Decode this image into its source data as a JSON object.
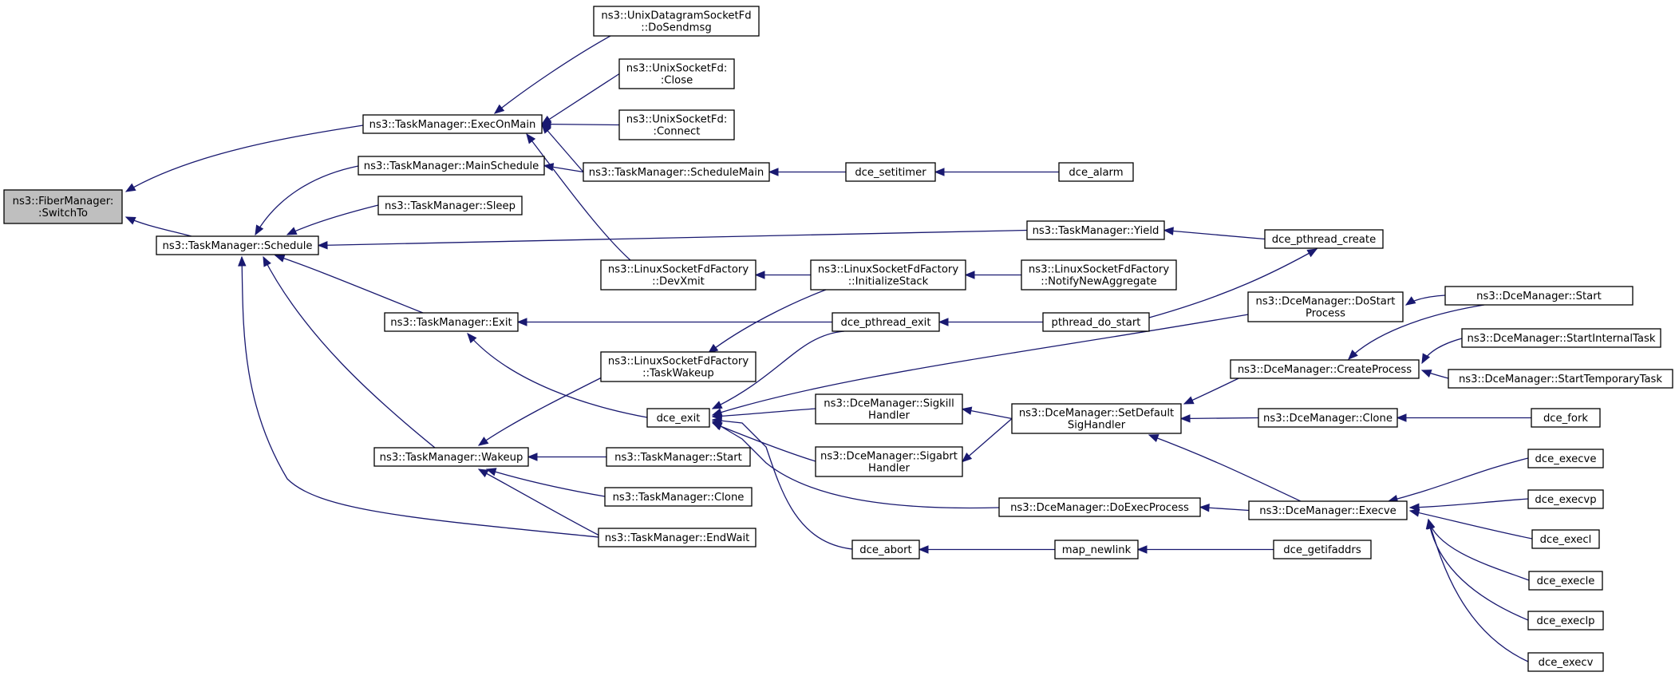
{
  "diagram": {
    "type": "call-graph",
    "colors": {
      "edge": "#191970",
      "root_fill": "#bfbfbf",
      "node_fill": "#ffffff",
      "border": "#000000"
    },
    "nodes": [
      {
        "id": "n0",
        "lines": [
          "ns3::FiberManager:",
          ":SwitchTo"
        ],
        "root": true
      },
      {
        "id": "n1",
        "lines": [
          "ns3::TaskManager::ExecOnMain"
        ]
      },
      {
        "id": "n2",
        "lines": [
          "ns3::TaskManager::Schedule"
        ]
      },
      {
        "id": "n3",
        "lines": [
          "ns3::UnixDatagramSocketFd",
          "::DoSendmsg"
        ]
      },
      {
        "id": "n4",
        "lines": [
          "ns3::UnixSocketFd:",
          ":Close"
        ]
      },
      {
        "id": "n5",
        "lines": [
          "ns3::UnixSocketFd:",
          ":Connect"
        ]
      },
      {
        "id": "n6",
        "lines": [
          "ns3::TaskManager::ScheduleMain"
        ]
      },
      {
        "id": "n7",
        "lines": [
          "ns3::LinuxSocketFdFactory",
          "::DevXmit"
        ]
      },
      {
        "id": "n8",
        "lines": [
          "dce_setitimer"
        ]
      },
      {
        "id": "n9",
        "lines": [
          "dce_alarm"
        ]
      },
      {
        "id": "n10",
        "lines": [
          "ns3::LinuxSocketFdFactory",
          "::InitializeStack"
        ]
      },
      {
        "id": "n11",
        "lines": [
          "ns3::LinuxSocketFdFactory",
          "::NotifyNewAggregate"
        ]
      },
      {
        "id": "n12",
        "lines": [
          "ns3::TaskManager::MainSchedule"
        ]
      },
      {
        "id": "n13",
        "lines": [
          "ns3::TaskManager::Sleep"
        ]
      },
      {
        "id": "n14",
        "lines": [
          "ns3::TaskManager::Yield"
        ]
      },
      {
        "id": "n15",
        "lines": [
          "ns3::TaskManager::Exit"
        ]
      },
      {
        "id": "n16",
        "lines": [
          "ns3::TaskManager::Wakeup"
        ]
      },
      {
        "id": "n17",
        "lines": [
          "ns3::TaskManager::EndWait"
        ]
      },
      {
        "id": "n18",
        "lines": [
          "dce_pthread_create"
        ]
      },
      {
        "id": "n19",
        "lines": [
          "dce_pthread_exit"
        ]
      },
      {
        "id": "n20",
        "lines": [
          "dce_exit"
        ]
      },
      {
        "id": "n21",
        "lines": [
          "pthread_do_start"
        ]
      },
      {
        "id": "n22",
        "lines": [
          "dce_abort"
        ]
      },
      {
        "id": "n23",
        "lines": [
          "ns3::DceManager::DoStart",
          "Process"
        ]
      },
      {
        "id": "n24",
        "lines": [
          "ns3::DceManager::Sigkill",
          "Handler"
        ]
      },
      {
        "id": "n25",
        "lines": [
          "ns3::DceManager::Sigabrt",
          "Handler"
        ]
      },
      {
        "id": "n26",
        "lines": [
          "ns3::DceManager::DoExecProcess"
        ]
      },
      {
        "id": "n27",
        "lines": [
          "map_newlink"
        ]
      },
      {
        "id": "n28",
        "lines": [
          "ns3::DceManager::Start"
        ]
      },
      {
        "id": "n29",
        "lines": [
          "ns3::DceManager::CreateProcess"
        ]
      },
      {
        "id": "n30",
        "lines": [
          "ns3::DceManager::SetDefault",
          "SigHandler"
        ]
      },
      {
        "id": "n31",
        "lines": [
          "ns3::DceManager::Execve"
        ]
      },
      {
        "id": "n32",
        "lines": [
          "dce_getifaddrs"
        ]
      },
      {
        "id": "n33",
        "lines": [
          "ns3::DceManager::StartInternalTask"
        ]
      },
      {
        "id": "n34",
        "lines": [
          "ns3::DceManager::StartTemporaryTask"
        ]
      },
      {
        "id": "n35",
        "lines": [
          "ns3::DceManager::Clone"
        ]
      },
      {
        "id": "n36",
        "lines": [
          "dce_fork"
        ]
      },
      {
        "id": "n37",
        "lines": [
          "dce_execve"
        ]
      },
      {
        "id": "n38",
        "lines": [
          "dce_execvp"
        ]
      },
      {
        "id": "n39",
        "lines": [
          "dce_execl"
        ]
      },
      {
        "id": "n40",
        "lines": [
          "dce_execle"
        ]
      },
      {
        "id": "n41",
        "lines": [
          "dce_execlp"
        ]
      },
      {
        "id": "n42",
        "lines": [
          "dce_execv"
        ]
      },
      {
        "id": "n43",
        "lines": [
          "ns3::LinuxSocketFdFactory",
          "::TaskWakeup"
        ]
      },
      {
        "id": "n44",
        "lines": [
          "ns3::TaskManager::Start"
        ]
      },
      {
        "id": "n45",
        "lines": [
          "ns3::TaskManager::Clone"
        ]
      }
    ],
    "edges": [
      {
        "from": "n1",
        "to": "n0"
      },
      {
        "from": "n2",
        "to": "n0"
      },
      {
        "from": "n3",
        "to": "n1"
      },
      {
        "from": "n4",
        "to": "n1"
      },
      {
        "from": "n5",
        "to": "n1"
      },
      {
        "from": "n6",
        "to": "n1"
      },
      {
        "from": "n7",
        "to": "n1"
      },
      {
        "from": "n8",
        "to": "n6"
      },
      {
        "from": "n9",
        "to": "n8"
      },
      {
        "from": "n10",
        "to": "n7"
      },
      {
        "from": "n11",
        "to": "n10"
      },
      {
        "from": "n6",
        "to": "n12"
      },
      {
        "from": "n12",
        "to": "n2"
      },
      {
        "from": "n13",
        "to": "n2"
      },
      {
        "from": "n14",
        "to": "n2"
      },
      {
        "from": "n15",
        "to": "n2"
      },
      {
        "from": "n16",
        "to": "n2"
      },
      {
        "from": "n17",
        "to": "n2"
      },
      {
        "from": "n18",
        "to": "n14"
      },
      {
        "from": "n19",
        "to": "n15"
      },
      {
        "from": "n20",
        "to": "n15"
      },
      {
        "from": "n21",
        "to": "n19"
      },
      {
        "from": "n21",
        "to": "n18"
      },
      {
        "from": "n43",
        "to": "n16"
      },
      {
        "from": "n44",
        "to": "n16"
      },
      {
        "from": "n45",
        "to": "n16"
      },
      {
        "from": "n17",
        "to": "n16"
      },
      {
        "from": "n10",
        "to": "n43"
      },
      {
        "from": "n19",
        "to": "n20"
      },
      {
        "from": "n23",
        "to": "n20"
      },
      {
        "from": "n24",
        "to": "n20"
      },
      {
        "from": "n25",
        "to": "n20"
      },
      {
        "from": "n26",
        "to": "n20"
      },
      {
        "from": "n22",
        "to": "n20"
      },
      {
        "from": "n27",
        "to": "n22"
      },
      {
        "from": "n32",
        "to": "n27"
      },
      {
        "from": "n28",
        "to": "n23"
      },
      {
        "from": "n30",
        "to": "n24"
      },
      {
        "from": "n30",
        "to": "n25"
      },
      {
        "from": "n29",
        "to": "n30"
      },
      {
        "from": "n35",
        "to": "n30"
      },
      {
        "from": "n31",
        "to": "n30"
      },
      {
        "from": "n31",
        "to": "n26"
      },
      {
        "from": "n28",
        "to": "n29"
      },
      {
        "from": "n33",
        "to": "n29"
      },
      {
        "from": "n34",
        "to": "n29"
      },
      {
        "from": "n36",
        "to": "n35"
      },
      {
        "from": "n37",
        "to": "n31"
      },
      {
        "from": "n38",
        "to": "n31"
      },
      {
        "from": "n39",
        "to": "n31"
      },
      {
        "from": "n40",
        "to": "n31"
      },
      {
        "from": "n41",
        "to": "n31"
      },
      {
        "from": "n42",
        "to": "n31"
      }
    ]
  }
}
